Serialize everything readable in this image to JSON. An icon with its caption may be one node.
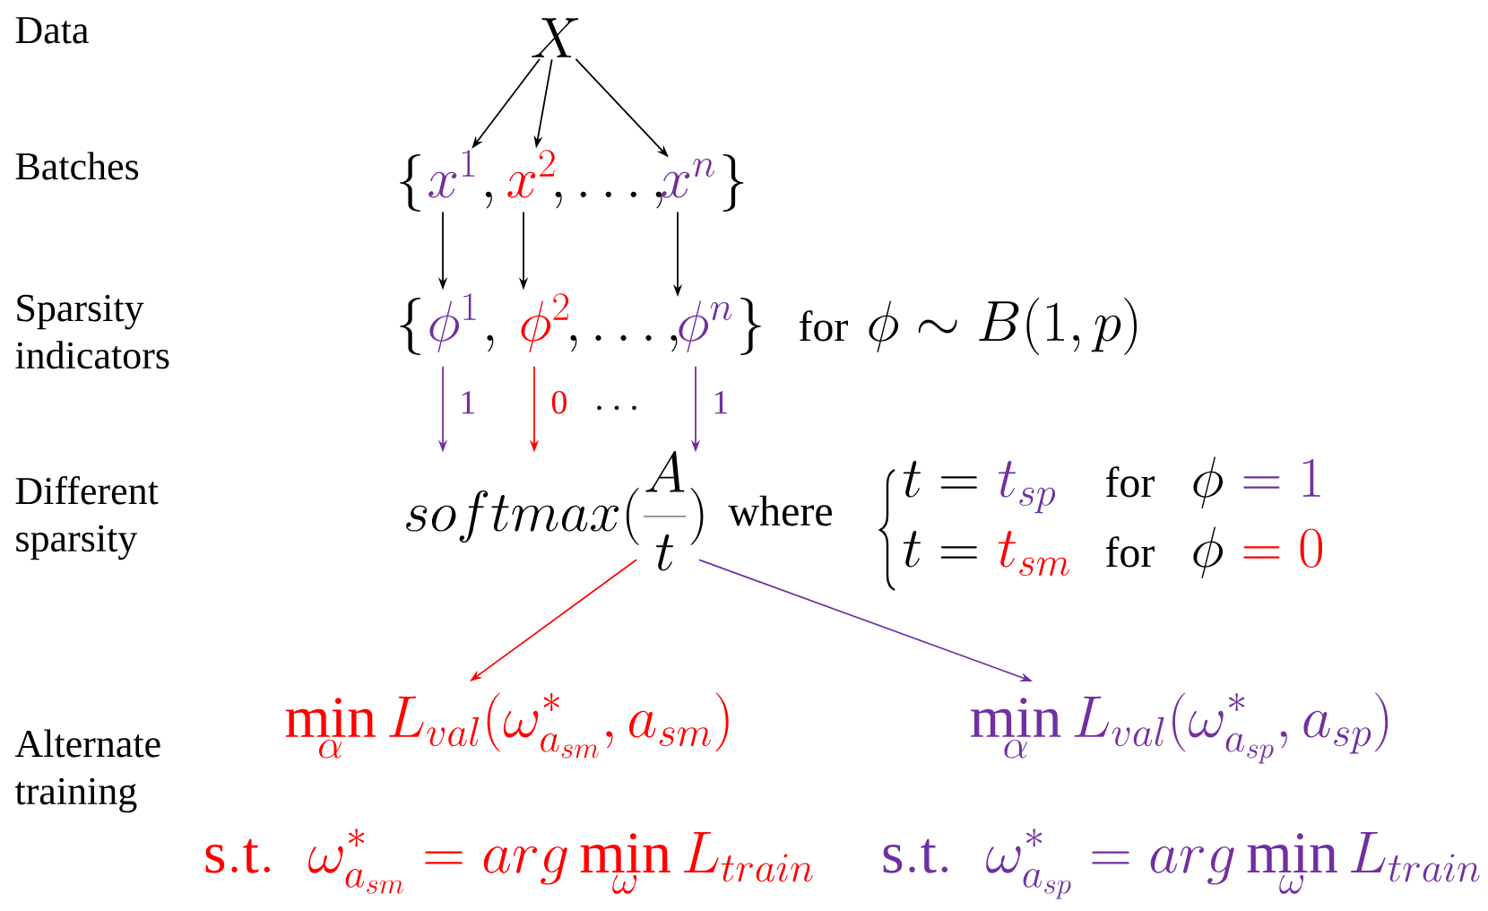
{
  "diagram": {
    "nodes": [
      {
        "text": [
          "X"
        ]
      },
      {
        "text": [
          "x^{1}"
        ]
      },
      {
        "text": [
          "x^{2}"
        ]
      },
      {
        "text": [
          "x^{n}"
        ]
      },
      {
        "text": [
          "\\phi^{1}"
        ]
      },
      {
        "text": [
          "\\phi^{2}"
        ]
      },
      {
        "text": [
          "\\phi^{n}"
        ]
      },
      {
        "text": [
          "softmax(\\frac{A}{t})"
        ]
      },
      {
        "text": [
          "\\min_{\\alpha} L_{val}(\\omega^{*}_{a_{sm}}, a_{sm})",
          "\\mathrm{s.t.}\\;\\; \\omega^{*}_{a_{sm}} = arg\\min_{\\omega} L_{train}"
        ]
      },
      {
        "text": [
          "\\min_{\\alpha} L_{val}(\\omega^{*}_{a_{sp}}, a_{sp})",
          "\\mathrm{s.t.}\\;\\; \\omega^{*}_{a_{sp}} = arg\\min_{\\omega} L_{train}"
        ]
      }
    ],
    "edges": [
      {
        "from": 0,
        "to": 1,
        "arrow": "to"
      },
      {
        "from": 0,
        "to": 2,
        "arrow": "to"
      },
      {
        "from": 0,
        "to": 3,
        "arrow": "to"
      },
      {
        "from": 1,
        "to": 4,
        "arrow": "to"
      },
      {
        "from": 2,
        "to": 5,
        "arrow": "to"
      },
      {
        "from": 3,
        "to": 6,
        "arrow": "to"
      },
      {
        "from": 4,
        "to": 7,
        "arrow": "to",
        "label": "1",
        "color": "#7030a0"
      },
      {
        "from": 5,
        "to": 7,
        "arrow": "to",
        "label": "0",
        "color": "#ff0000"
      },
      {
        "from": 6,
        "to": 7,
        "arrow": "to",
        "label": "1",
        "color": "#7030a0"
      },
      {
        "from": 7,
        "to": 8,
        "arrow": "to",
        "color": "#ff0000"
      },
      {
        "from": 7,
        "to": 9,
        "arrow": "to",
        "color": "#7030a0"
      }
    ],
    "labels": [
      "Data",
      "Batches",
      "\\{",
      ",",
      ",\\ldots,",
      "\\}",
      "Sparsity indicators",
      "\\{",
      ",",
      ",\\ldots,",
      "\\}",
      "for",
      "\\phi\\sim B(1,p)",
      "\\cdots",
      "Different sparsity",
      "where",
      "t =",
      "t_{sp}",
      "for",
      "\\phi",
      "= 1",
      "t =",
      "t_{sm}",
      "for",
      "\\phi",
      "= 0",
      "Alternate training"
    ]
  }
}
